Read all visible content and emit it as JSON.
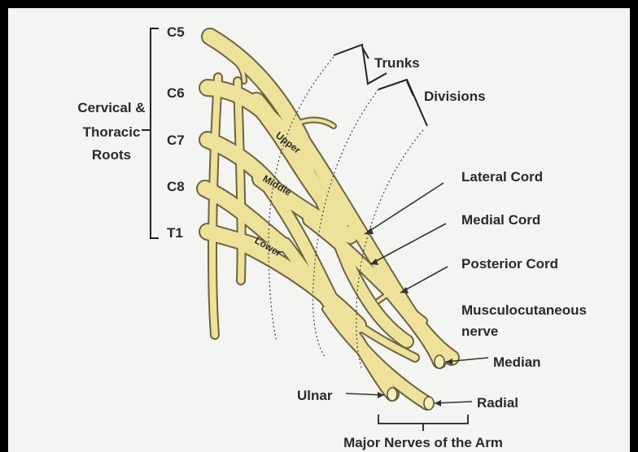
{
  "roots_group_label": [
    "Cervical &",
    "Thoracic",
    "Roots"
  ],
  "roots": [
    "C5",
    "C6",
    "C7",
    "C8",
    "T1"
  ],
  "trunks": [
    "Upper",
    "Middle",
    "Lower"
  ],
  "labels": {
    "trunks": "Trunks",
    "divisions": "Divisions",
    "lateral_cord": "Lateral Cord",
    "medial_cord": "Medial Cord",
    "posterior_cord": "Posterior Cord",
    "musculocutaneous": [
      "Musculocutaneous",
      "nerve"
    ],
    "median": "Median",
    "ulnar": "Ulnar",
    "radial": "Radial",
    "major_nerves": "Major Nerves of the Arm"
  },
  "colors": {
    "nerve_fill": "#eee29a",
    "nerve_outline": "#6b6540",
    "text": "#2a2a2a",
    "background": "#f4f4f2",
    "border": "#000000"
  }
}
